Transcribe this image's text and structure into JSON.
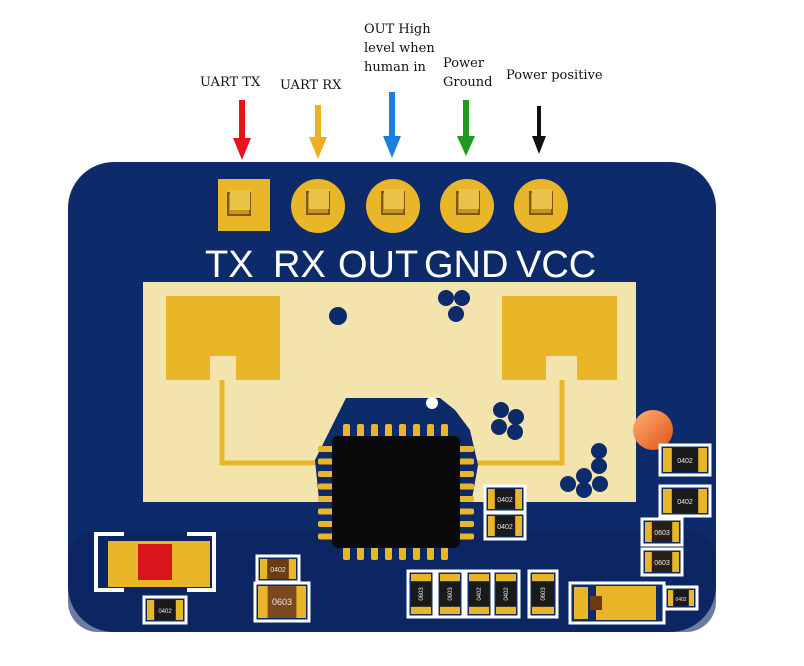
{
  "annotations": {
    "uart_tx": "UART TX",
    "uart_rx": "UART RX",
    "out_line1": "OUT High",
    "out_line2": "level when",
    "out_line3": "human in",
    "gnd_line1": "Power",
    "gnd_line2": "Ground",
    "vcc": "Power positive"
  },
  "pins": [
    {
      "label": "TX",
      "arrow_color": "#e8141b"
    },
    {
      "label": "RX",
      "arrow_color": "#eeb020"
    },
    {
      "label": "OUT",
      "arrow_color": "#1a7fdc"
    },
    {
      "label": "GND",
      "arrow_color": "#1e9a1e"
    },
    {
      "label": "VCC",
      "arrow_color": "#111111"
    }
  ],
  "components": {
    "cap_1": "0402",
    "cap_2": "0402",
    "res_a": "0402",
    "res_b": "0402",
    "res_c": "0603",
    "res_d": "0603",
    "res_e": "0603",
    "res_f": "0603",
    "cap_big_top": "0402",
    "cap_big": "0603",
    "cap_small": "0402",
    "tiny_1": "0402"
  },
  "colors": {
    "board": "#0d2a6a",
    "pads": "#e8b628",
    "antenna_zone": "#f3e4ae",
    "chip": "#0a0a0a"
  }
}
